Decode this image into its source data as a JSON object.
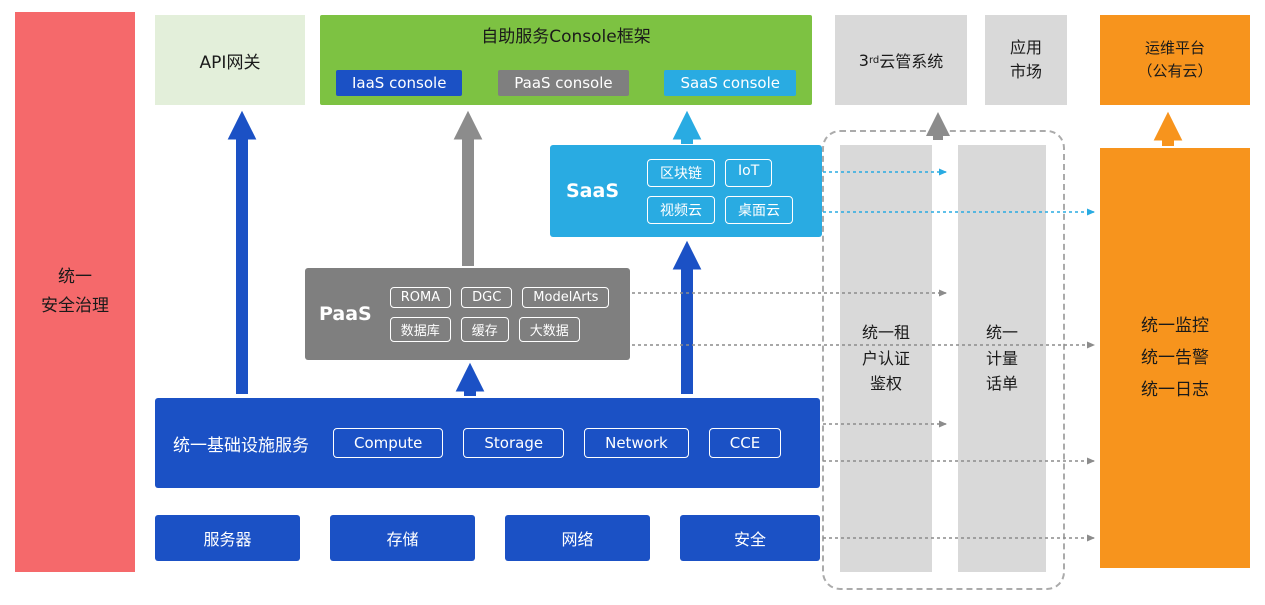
{
  "colors": {
    "red": "#F5696B",
    "light_green": "#E3EFDA",
    "green": "#7DC242",
    "blue": "#1B51C5",
    "gray": "#7F7F7F",
    "light_gray": "#D9D9D9",
    "cyan": "#29ABE2",
    "orange": "#F7941D",
    "dash_border": "#ABABAB",
    "arrow_gray": "#8C8C8C"
  },
  "left_bar": {
    "label": "统一\n安全治理"
  },
  "top": {
    "api_gateway": "API网关",
    "console": {
      "title": "自助服务Console框架",
      "items": [
        "IaaS console",
        "PaaS console",
        "SaaS console"
      ]
    },
    "third_cloud": {
      "prefix": "3",
      "sup": "rd",
      "suffix": "云管系统"
    },
    "app_market": "应用\n市场",
    "om_platform": "运维平台\n（公有云）"
  },
  "saas": {
    "label": "SaaS",
    "items": [
      "区块链",
      "IoT",
      "视频云",
      "桌面云"
    ]
  },
  "paas": {
    "label": "PaaS",
    "items": [
      "ROMA",
      "DGC",
      "ModelArts",
      "数据库",
      "缓存",
      "大数据"
    ]
  },
  "infra": {
    "label": "统一基础设施服务",
    "items": [
      "Compute",
      "Storage",
      "Network",
      "CCE"
    ]
  },
  "hardware": {
    "items": [
      "服务器",
      "存储",
      "网络",
      "安全"
    ]
  },
  "right": {
    "auth": "统一租\n户认证\n鉴权",
    "metering": "统一\n计量\n话单",
    "monitor": "统一监控\n统一告警\n统一日志"
  }
}
